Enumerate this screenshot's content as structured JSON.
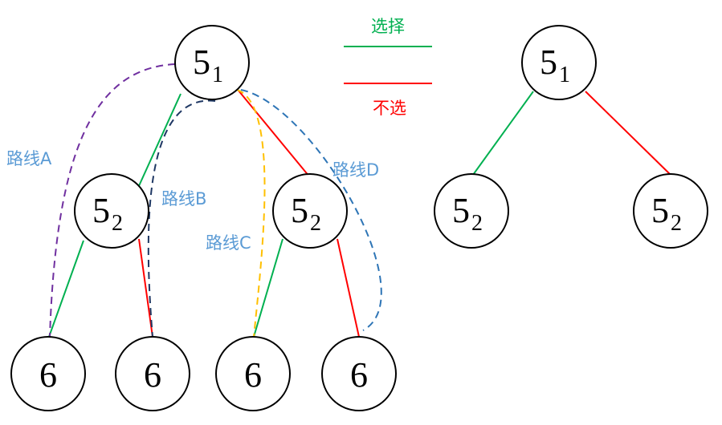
{
  "colors": {
    "select": "#00b050",
    "not_select": "#ff0000",
    "route_a": "#7030a0",
    "route_b": "#1f3864",
    "route_c": "#ffc000",
    "route_d": "#2e75b6",
    "route_label": "#5b9bd5"
  },
  "legend": {
    "select_label": "选择",
    "not_select_label": "不选"
  },
  "routes": {
    "a": "路线A",
    "b": "路线B",
    "c": "路线C",
    "d": "路线D"
  },
  "left_tree": {
    "root": {
      "main": "5",
      "sub": "1"
    },
    "left_child": {
      "main": "5",
      "sub": "2"
    },
    "right_child": {
      "main": "5",
      "sub": "2"
    },
    "leaf1": {
      "main": "6"
    },
    "leaf2": {
      "main": "6"
    },
    "leaf3": {
      "main": "6"
    },
    "leaf4": {
      "main": "6"
    }
  },
  "right_tree": {
    "root": {
      "main": "5",
      "sub": "1"
    },
    "left_child": {
      "main": "5",
      "sub": "2"
    },
    "right_child": {
      "main": "5",
      "sub": "2"
    }
  }
}
